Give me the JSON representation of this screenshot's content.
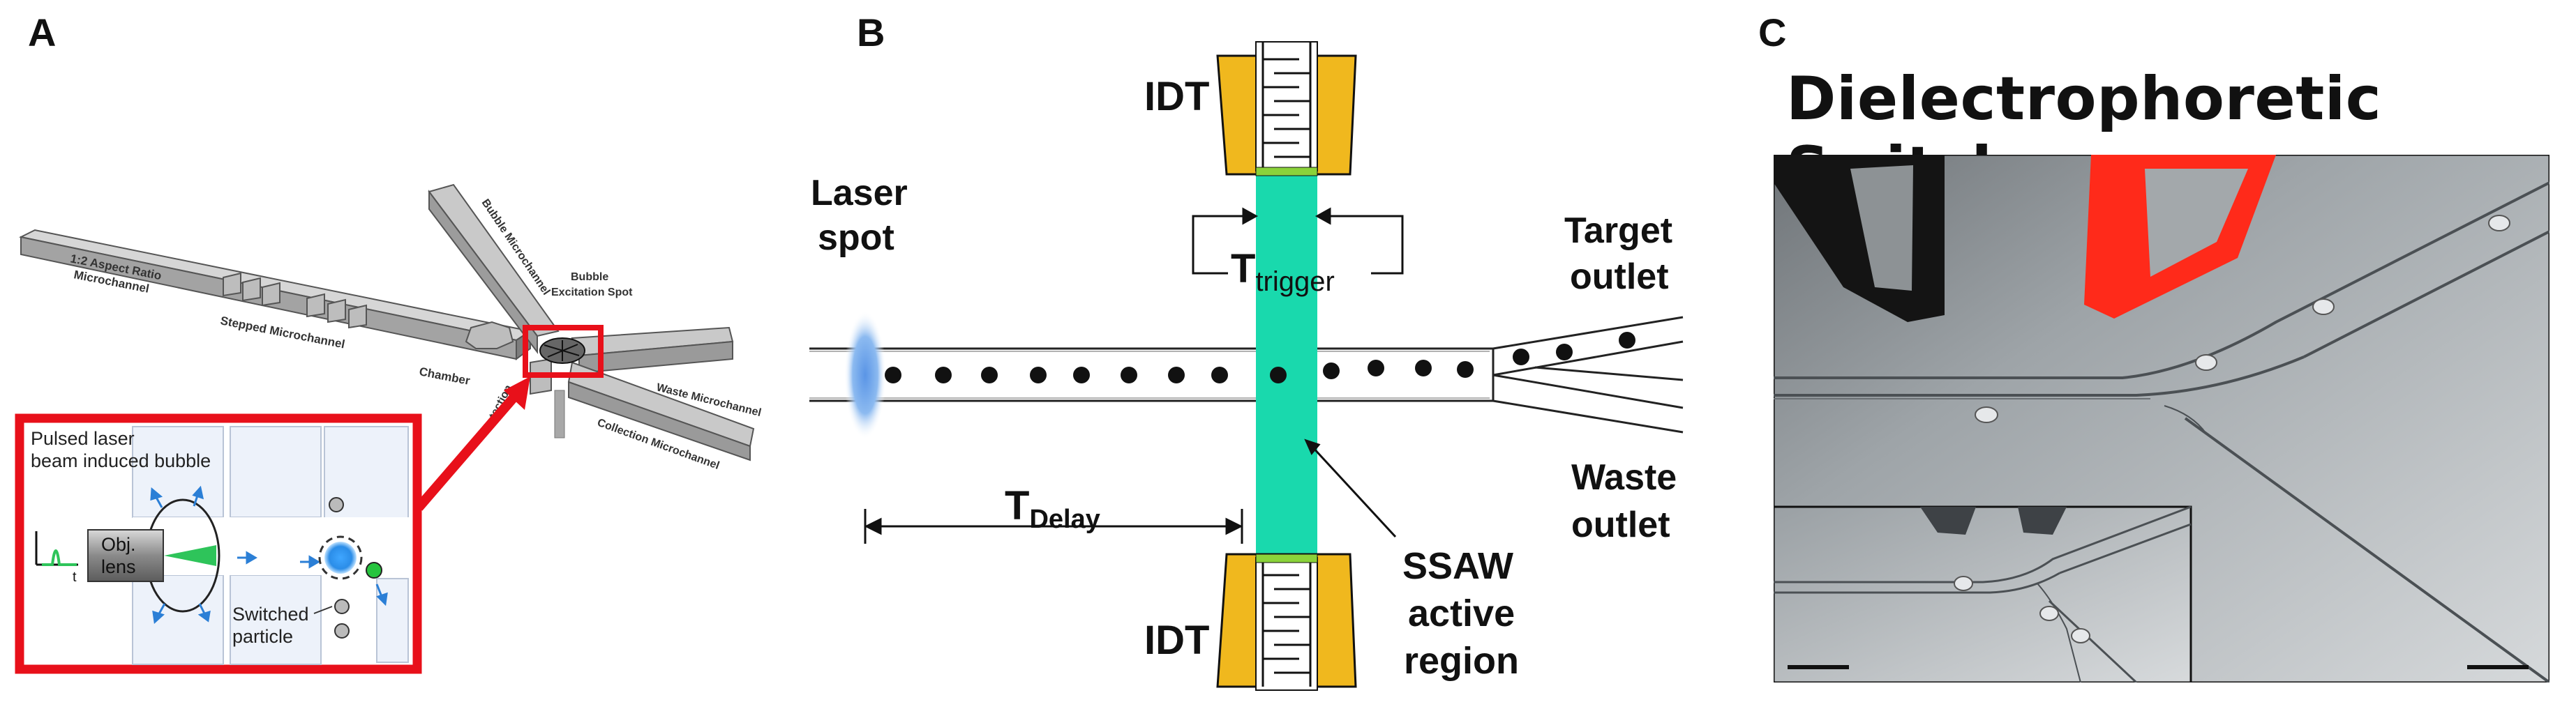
{
  "panels": {
    "a": {
      "letter": "A",
      "labels": {
        "aspect_ratio_line1": "1:2 Aspect Ratio",
        "aspect_ratio_line2": "Microchannel",
        "stepped": "Stepped Microchannel",
        "chamber": "Chamber",
        "detection": "Detection",
        "bubble_channel": "Bubble Microchannel",
        "bubble_spot_line1": "Bubble",
        "bubble_spot_line2": "Excitation Spot",
        "waste": "Waste Microchannel",
        "collection": "Collection Microchannel"
      },
      "inset": {
        "pulsed_line1": "Pulsed laser",
        "pulsed_line2": "beam induced bubble",
        "obj_line1": "Obj.",
        "obj_line2": "lens",
        "switched_line1": "Switched",
        "switched_line2": "particle",
        "axis_t": "t"
      }
    },
    "b": {
      "letter": "B",
      "labels": {
        "idt_top": "IDT",
        "idt_bottom": "IDT",
        "laser_line1": "Laser",
        "laser_line2": "spot",
        "t_trigger_main": "T",
        "t_trigger_sub": "trigger",
        "t_delay_main": "T",
        "t_delay_sub": "Delay",
        "target_line1": "Target",
        "target_line2": "outlet",
        "waste_line1": "Waste",
        "waste_line2": "outlet",
        "ssaw_line1": "SSAW",
        "ssaw_line2": "active",
        "ssaw_line3": "region"
      }
    },
    "c": {
      "letter": "C",
      "title": "Dielectrophoretic Switch"
    }
  },
  "colors": {
    "red_frame": "#e8101a",
    "idt_gold": "#f0b81e",
    "ssaw_green": "#19d9ad",
    "laser_blue": "#6fa8ee",
    "electrode_red": "#ff2a1a",
    "electrode_black": "#141414"
  }
}
